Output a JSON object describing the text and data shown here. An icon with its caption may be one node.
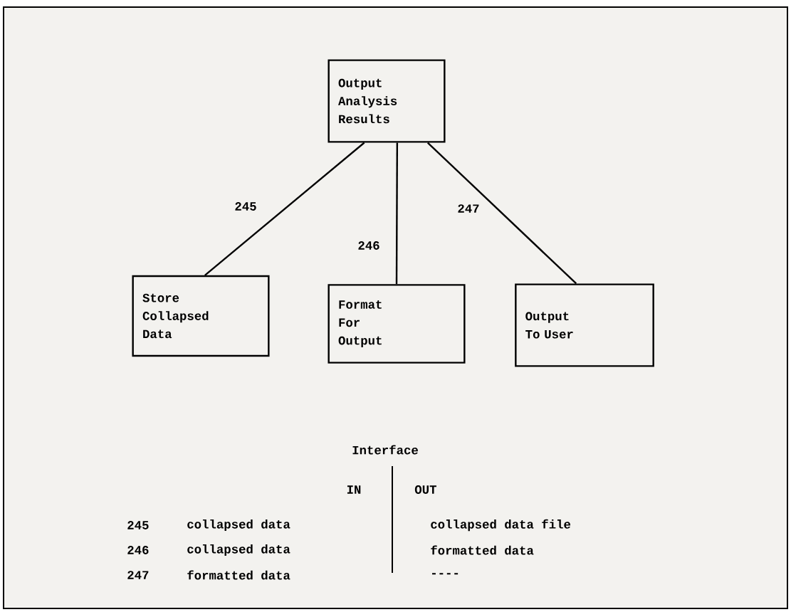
{
  "diagram": {
    "nodes": [
      {
        "text": [
          "Output Analysis Results"
        ]
      },
      {
        "text": [
          "Store Collapsed Data"
        ]
      },
      {
        "text": [
          "Format For Output"
        ]
      },
      {
        "text": [
          "Output To User"
        ]
      }
    ],
    "edges": [
      {
        "from": 0,
        "to": 1,
        "arrow": "none",
        "label": "245"
      },
      {
        "from": 0,
        "to": 2,
        "arrow": "none",
        "label": "246"
      },
      {
        "from": 0,
        "to": 3,
        "arrow": "none",
        "label": "247"
      }
    ],
    "labels": [
      "Interface",
      "IN",
      "OUT",
      "245",
      "collapsed data",
      "collapsed data file",
      "246",
      "collapsed data",
      "formatted data",
      "247",
      "formatted data",
      "----"
    ]
  }
}
